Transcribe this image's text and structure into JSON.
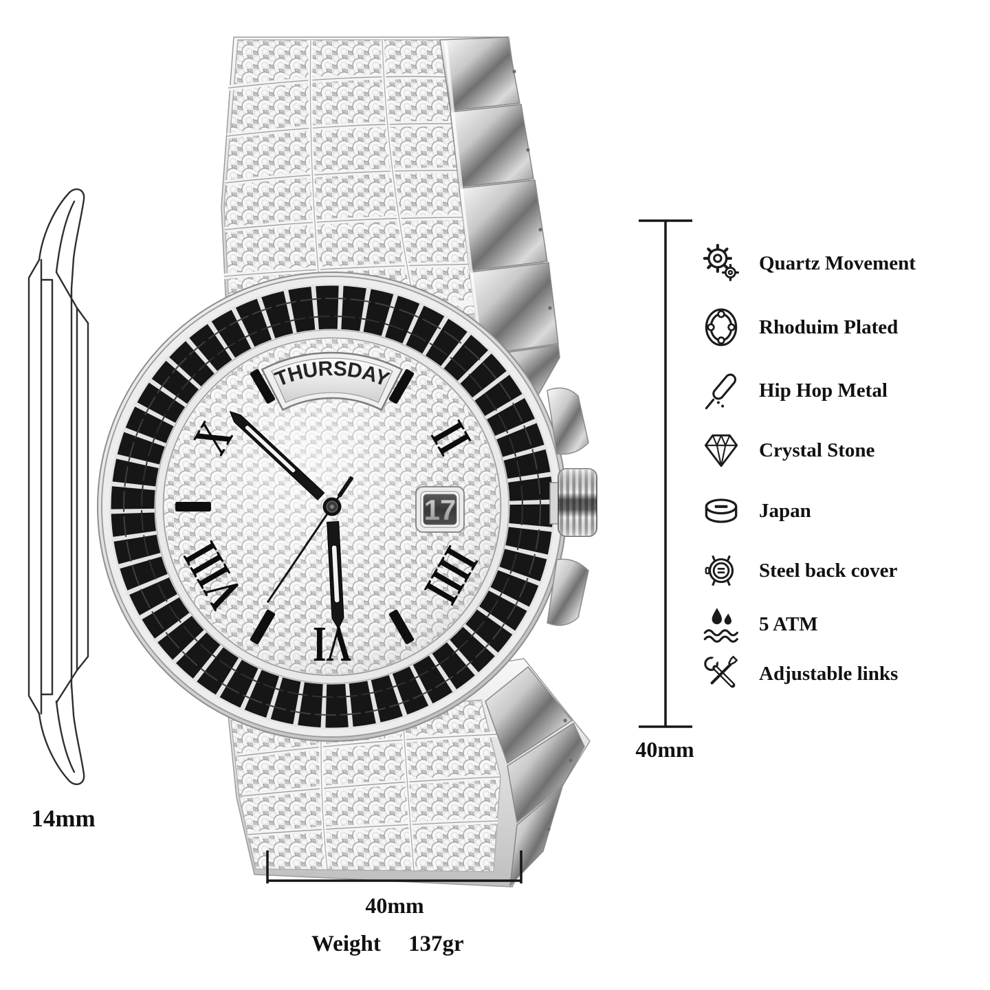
{
  "watch": {
    "day_display": "THURSDAY",
    "date_display": "17",
    "numerals": {
      "pos2": "II",
      "pos4": "IIII",
      "pos6": "VI",
      "pos8": "VIII",
      "pos10": "X"
    }
  },
  "dimensions": {
    "thickness_label": "14mm",
    "height_label": "40mm",
    "width_label": "40mm",
    "weight_word": "Weight",
    "weight_value": "137gr"
  },
  "features": [
    {
      "icon": "gears-icon",
      "label": "Quartz Movement"
    },
    {
      "icon": "watch-bezel-icon",
      "label": "Rhoduim Plated"
    },
    {
      "icon": "stylus-icon",
      "label": "Hip Hop Metal"
    },
    {
      "icon": "diamond-icon",
      "label": "Crystal Stone"
    },
    {
      "icon": "movement-puck-icon",
      "label": "Japan"
    },
    {
      "icon": "watch-back-icon",
      "label": "Steel back cover"
    },
    {
      "icon": "water-resistance-icon",
      "label": "5 ATM"
    },
    {
      "icon": "adjust-tools-icon",
      "label": "Adjustable links"
    }
  ],
  "colors": {
    "text": "#111111",
    "stone_black": "#141414",
    "metal_light": "#f5f5f5",
    "metal_mid": "#c7c7c7",
    "metal_dark": "#8a8a8a",
    "background": "#ffffff"
  }
}
